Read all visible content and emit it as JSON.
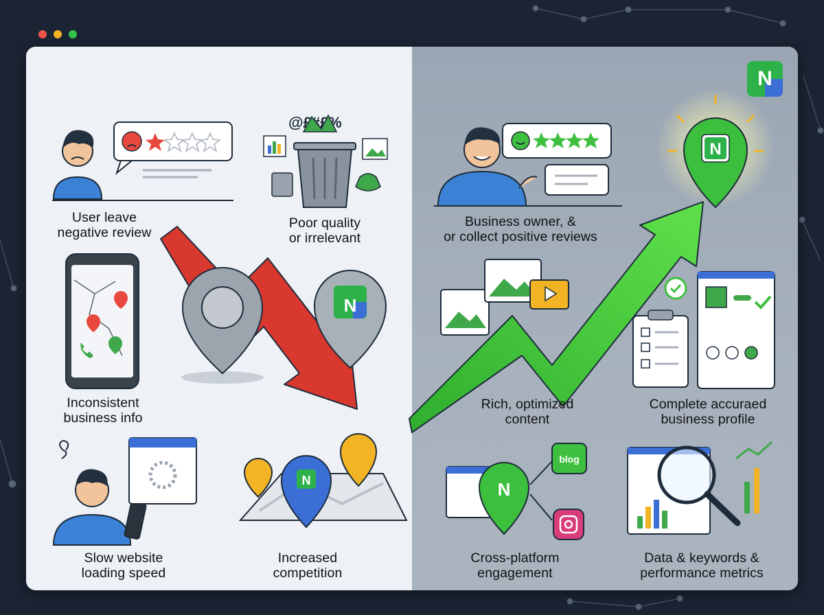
{
  "window": {
    "controls": [
      "close",
      "minimize",
      "maximize"
    ]
  },
  "brand": {
    "badge_letter": "N",
    "green": "#2db24a",
    "blue": "#3b6fd6"
  },
  "left_panel": {
    "items": [
      {
        "line1": "User leave",
        "line2": "negative review"
      },
      {
        "line1": "Poor quality",
        "line2": "or irrelevant"
      },
      {
        "line1": "Inconsistent",
        "line2": "business info"
      },
      {
        "line1": "Slow website",
        "line2": "loading speed"
      },
      {
        "line1": "Increased",
        "line2": "competition"
      }
    ],
    "symbols_text": "@£#£%",
    "trend_color": "#d9382e"
  },
  "right_panel": {
    "items": [
      {
        "line1": "Business owner, &",
        "line2": "or collect positive reviews"
      },
      {
        "line1": "Rich, optimized",
        "line2": "content"
      },
      {
        "line1": "Complete accuraed",
        "line2": "business profile"
      },
      {
        "line1": "Cross-platform",
        "line2": "engagement"
      },
      {
        "line1": "Data & keywords &",
        "line2": "performance metrics"
      }
    ],
    "blog_label": "blog",
    "trend_color": "#3bbf3b"
  }
}
